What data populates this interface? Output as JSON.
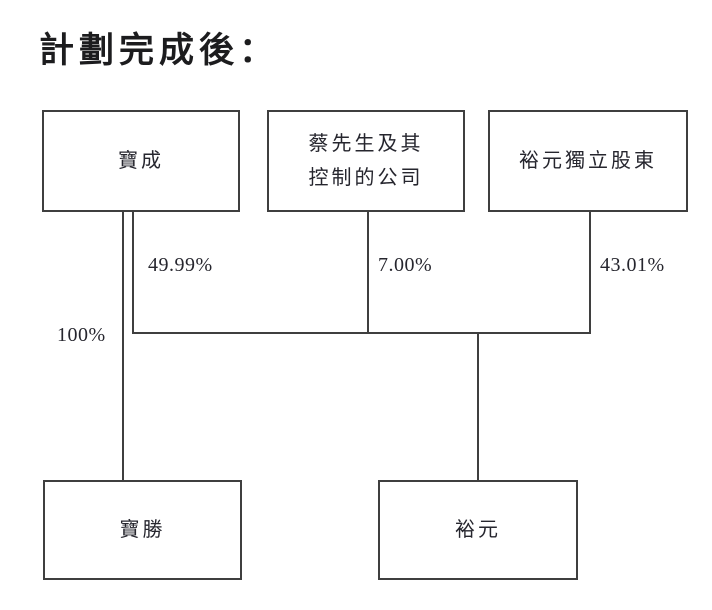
{
  "title": "計劃完成後：",
  "colors": {
    "line": "#3f3f3f",
    "box_border": "#3f3f3f",
    "text": "#26262e",
    "title": "#1c1c1e",
    "background": "#ffffff"
  },
  "diagram": {
    "top_boxes": [
      {
        "label": "寶成"
      },
      {
        "lines": [
          "蔡先生及其",
          "控制的公司"
        ]
      },
      {
        "label": "裕元獨立股東"
      }
    ],
    "bottom_boxes": [
      {
        "label": "寶勝"
      },
      {
        "label": "裕元"
      }
    ],
    "ownership_labels": [
      {
        "from": "寶成",
        "to": "裕元",
        "value": "49.99%"
      },
      {
        "from": "蔡先生及其控制的公司",
        "to": "裕元",
        "value": "7.00%"
      },
      {
        "from": "裕元獨立股東",
        "to": "裕元",
        "value": "43.01%"
      },
      {
        "from": "寶成",
        "to": "寶勝",
        "value": "100%"
      }
    ]
  }
}
